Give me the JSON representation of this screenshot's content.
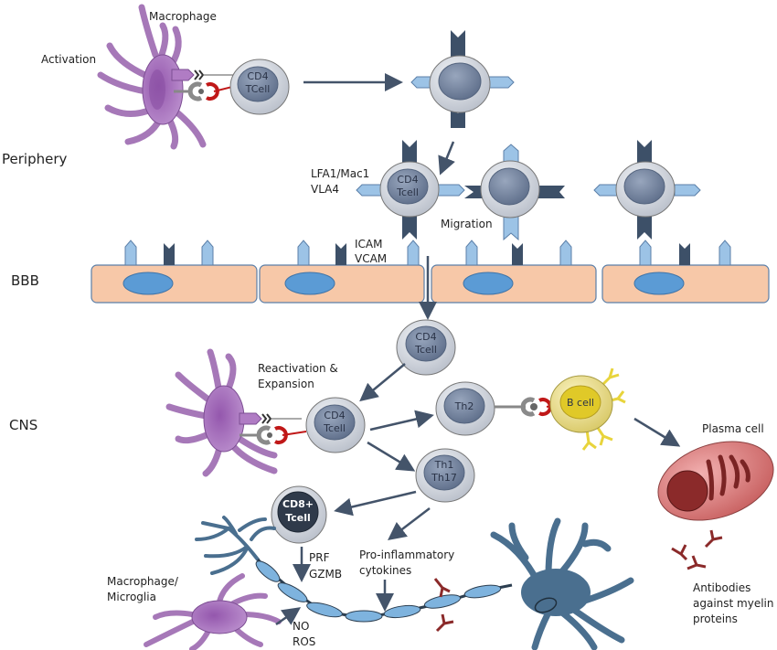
{
  "title": "CD4 T cell activation, migration across the BBB and effector mechanisms in the CNS",
  "regions": {
    "periphery": "Periphery",
    "bbb": "BBB",
    "cns": "CNS"
  },
  "labels": {
    "macrophage": "Macrophage",
    "activation": "Activation",
    "integrins_1": "LFA1/Mac1",
    "integrins_2": "VLA4",
    "migration": "Migration",
    "adhesion_1": "ICAM",
    "adhesion_2": "VCAM",
    "reactivation_1": "Reactivation &",
    "reactivation_2": "Expansion",
    "plasma_cell": "Plasma cell",
    "prf": "PRF",
    "gzmb": "GZMB",
    "cytokines_1": "Pro-inflammatory",
    "cytokines_2": "cytokines",
    "macrophage_microglia_1": "Macrophage/",
    "macrophage_microglia_2": "Microglia",
    "no": "NO",
    "ros": "ROS",
    "antibodies_1": "Antibodies",
    "antibodies_2": "against myelin",
    "antibodies_3": "proteins"
  },
  "cells": {
    "periphery_tcell": [
      "CD4",
      "TCell"
    ],
    "migrating_tcell": [
      "CD4",
      "Tcell"
    ],
    "cns_tcell_entry": [
      "CD4",
      "Tcell"
    ],
    "cns_tcell_reactivated": [
      "CD4",
      "Tcell"
    ],
    "th2": "Th2",
    "th1_th17": [
      "Th1",
      "Th17"
    ],
    "cd8": [
      "CD8+",
      "Tcell"
    ],
    "bcell": "B cell"
  },
  "colors": {
    "macrophage": "#a678b8",
    "macrophage_dark": "#7d4e93",
    "tcell_outer": "#d9dde4",
    "tcell_nucleus": "#7c8ba6",
    "cd8_nucleus": "#2f3a4a",
    "integrin_light": "#9cc3e6",
    "integrin_dark": "#3d5068",
    "endothelium": "#f7c8a8",
    "endothelium_border": "#5b7fa8",
    "endothelial_nucleus": "#5b9bd5",
    "arrow": "#44546a",
    "bcell": "#f2e27a",
    "bcell_nucleus": "#e0c928",
    "plasma": "#d97d7d",
    "antibody": "#8b2a2a",
    "neuron": "#4a6f8f",
    "myelin": "#7eb3de",
    "mhc_red": "#c01818",
    "mhc_gray": "#8a8a8a"
  }
}
